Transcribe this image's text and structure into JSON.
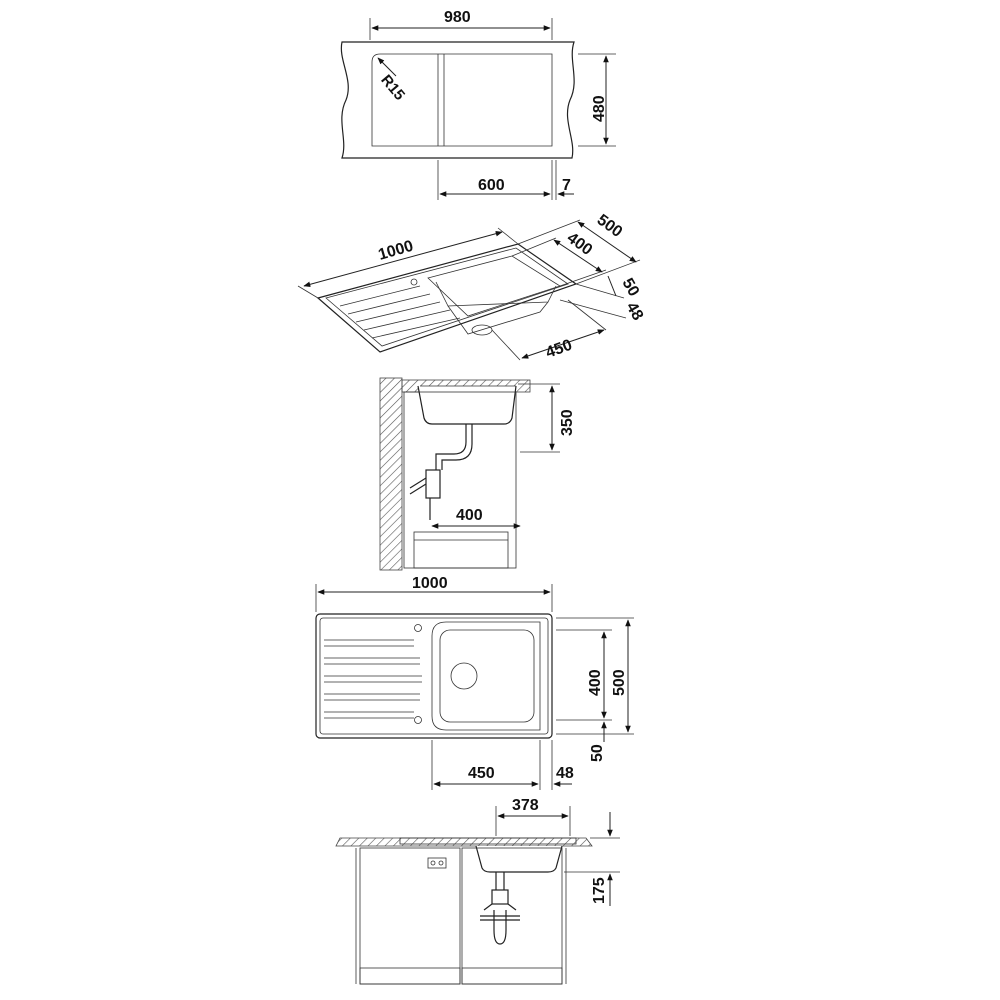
{
  "colors": {
    "line": "#222222",
    "background": "#ffffff",
    "hatch": "#555555"
  },
  "views": {
    "cutout": {
      "width": "980",
      "height": "480",
      "radius": "R15",
      "bowl_width": "600",
      "edge": "7"
    },
    "isometric": {
      "length": "1000",
      "depth_outer": "500",
      "depth_bowl": "400",
      "front_edge": "50",
      "side_edge": "48",
      "bowl_width": "450"
    },
    "side_section": {
      "height": "350",
      "width": "400"
    },
    "top_view": {
      "length": "1000",
      "depth_bowl": "400",
      "depth_outer": "500",
      "front_edge": "50",
      "bowl_width": "450",
      "side_edge": "48"
    },
    "front_section": {
      "drain_offset": "378",
      "depth": "175"
    }
  }
}
